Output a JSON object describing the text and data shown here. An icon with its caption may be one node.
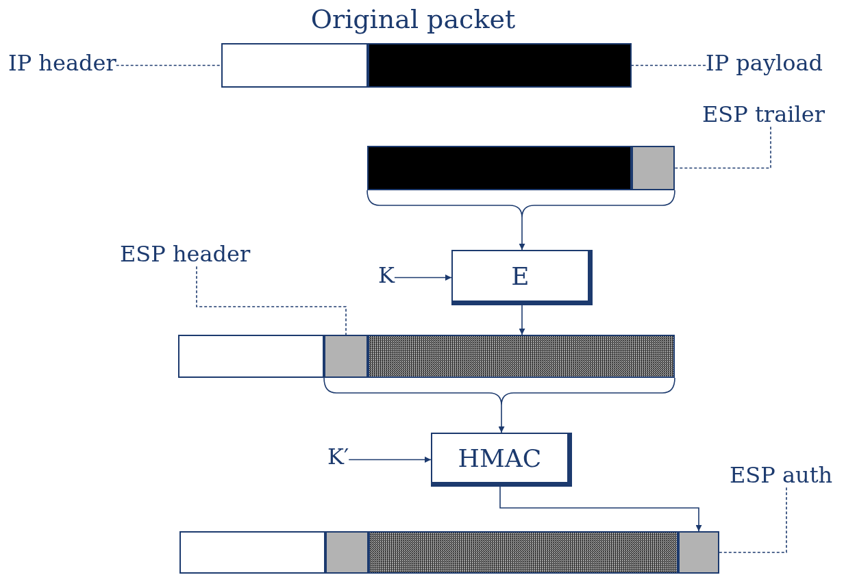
{
  "diagram": {
    "title": "Original packet",
    "nodes": [
      {
        "text": [
          "IP header"
        ]
      },
      {
        "text": [],
        "shape": "box"
      },
      {
        "text": [],
        "shape": "box"
      },
      {
        "text": [
          "IP payload"
        ]
      },
      {
        "text": [],
        "shape": "box"
      },
      {
        "text": [],
        "shape": "box"
      },
      {
        "text": [
          "ESP trailer"
        ]
      },
      {
        "text": [
          "K"
        ]
      },
      {
        "text": [
          "E"
        ]
      },
      {
        "text": [
          "ESP header"
        ]
      },
      {
        "text": [],
        "shape": "box"
      },
      {
        "text": [],
        "shape": "box"
      },
      {
        "text": [],
        "shape": "box"
      },
      {
        "text": [
          "K′"
        ]
      },
      {
        "text": [
          "HMAC"
        ]
      },
      {
        "text": [],
        "shape": "box"
      },
      {
        "text": [],
        "shape": "box"
      },
      {
        "text": [],
        "shape": "box"
      },
      {
        "text": [],
        "shape": "box"
      },
      {
        "text": [
          "ESP auth"
        ]
      }
    ],
    "edges": [
      {
        "from": 0,
        "to": 1,
        "arrow": "none",
        "style": "dashed"
      },
      {
        "from": 3,
        "to": 2,
        "arrow": "none",
        "style": "dashed"
      },
      {
        "from": 6,
        "to": 5,
        "arrow": "none",
        "style": "dashed"
      },
      {
        "from": 4,
        "to": 8,
        "arrow": "to"
      },
      {
        "from": 5,
        "to": 8,
        "arrow": "to"
      },
      {
        "from": 7,
        "to": 8,
        "arrow": "to"
      },
      {
        "from": 8,
        "to": 12,
        "arrow": "to"
      },
      {
        "from": 9,
        "to": 11,
        "arrow": "none",
        "style": "dashed"
      },
      {
        "from": 11,
        "to": 14,
        "arrow": "to"
      },
      {
        "from": 12,
        "to": 14,
        "arrow": "to"
      },
      {
        "from": 13,
        "to": 14,
        "arrow": "to"
      },
      {
        "from": 14,
        "to": 18,
        "arrow": "to"
      },
      {
        "from": 19,
        "to": 18,
        "arrow": "none",
        "style": "dashed"
      }
    ]
  }
}
